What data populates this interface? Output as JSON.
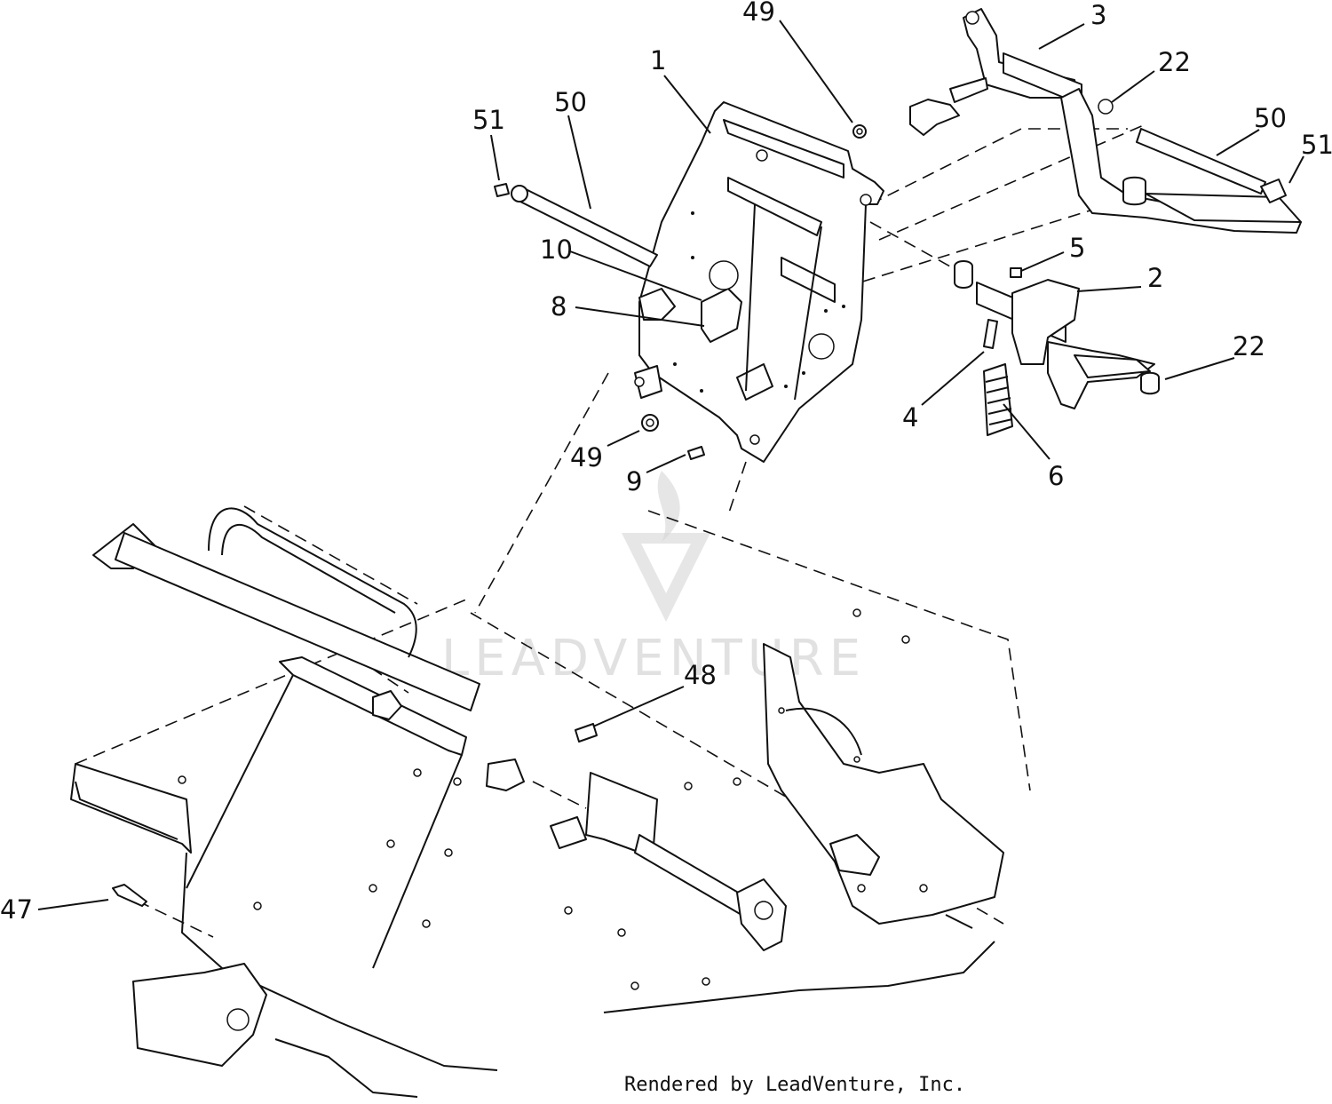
{
  "callouts": [
    {
      "id": "c1",
      "label": "1"
    },
    {
      "id": "c2",
      "label": "2"
    },
    {
      "id": "c3",
      "label": "3"
    },
    {
      "id": "c4",
      "label": "4"
    },
    {
      "id": "c5",
      "label": "5"
    },
    {
      "id": "c6",
      "label": "6"
    },
    {
      "id": "c8",
      "label": "8"
    },
    {
      "id": "c9",
      "label": "9"
    },
    {
      "id": "c10",
      "label": "10"
    },
    {
      "id": "c22a",
      "label": "22"
    },
    {
      "id": "c22b",
      "label": "22"
    },
    {
      "id": "c47",
      "label": "47"
    },
    {
      "id": "c48",
      "label": "48"
    },
    {
      "id": "c49a",
      "label": "49"
    },
    {
      "id": "c49b",
      "label": "49"
    },
    {
      "id": "c50a",
      "label": "50"
    },
    {
      "id": "c50b",
      "label": "50"
    },
    {
      "id": "c51a",
      "label": "51"
    },
    {
      "id": "c51b",
      "label": "51"
    }
  ],
  "watermark": {
    "text": "LEADVENTURE"
  },
  "credit": {
    "text": "Rendered by LeadVenture, Inc."
  }
}
